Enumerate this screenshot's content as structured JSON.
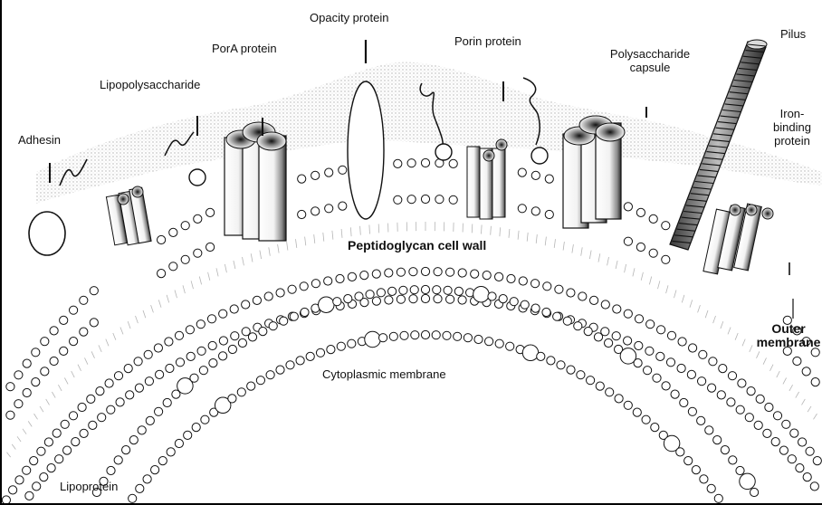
{
  "labels": {
    "adhesin": "Adhesin",
    "lipopolysaccharide": "Lipopolysaccharide",
    "pora_protein": "PorA protein",
    "opacity_protein": "Opacity protein",
    "porin_protein": "Porin protein",
    "polysaccharide_capsule_1": "Polysaccharide",
    "polysaccharide_capsule_2": "capsule",
    "pilus": "Pilus",
    "iron_binding_1": "Iron-",
    "iron_binding_2": "binding",
    "iron_binding_3": "protein",
    "peptidoglycan": "Peptidoglycan cell wall",
    "outer_membrane_1": "Outer",
    "outer_membrane_2": "membrane",
    "cytoplasmic_membrane": "Cytoplasmic membrane",
    "lipoprotein": "Lipoprotein"
  },
  "colors": {
    "ink": "#111111",
    "shade": "#9a9a9a",
    "light_shade": "#d9d9d9",
    "paper": "#ffffff"
  }
}
